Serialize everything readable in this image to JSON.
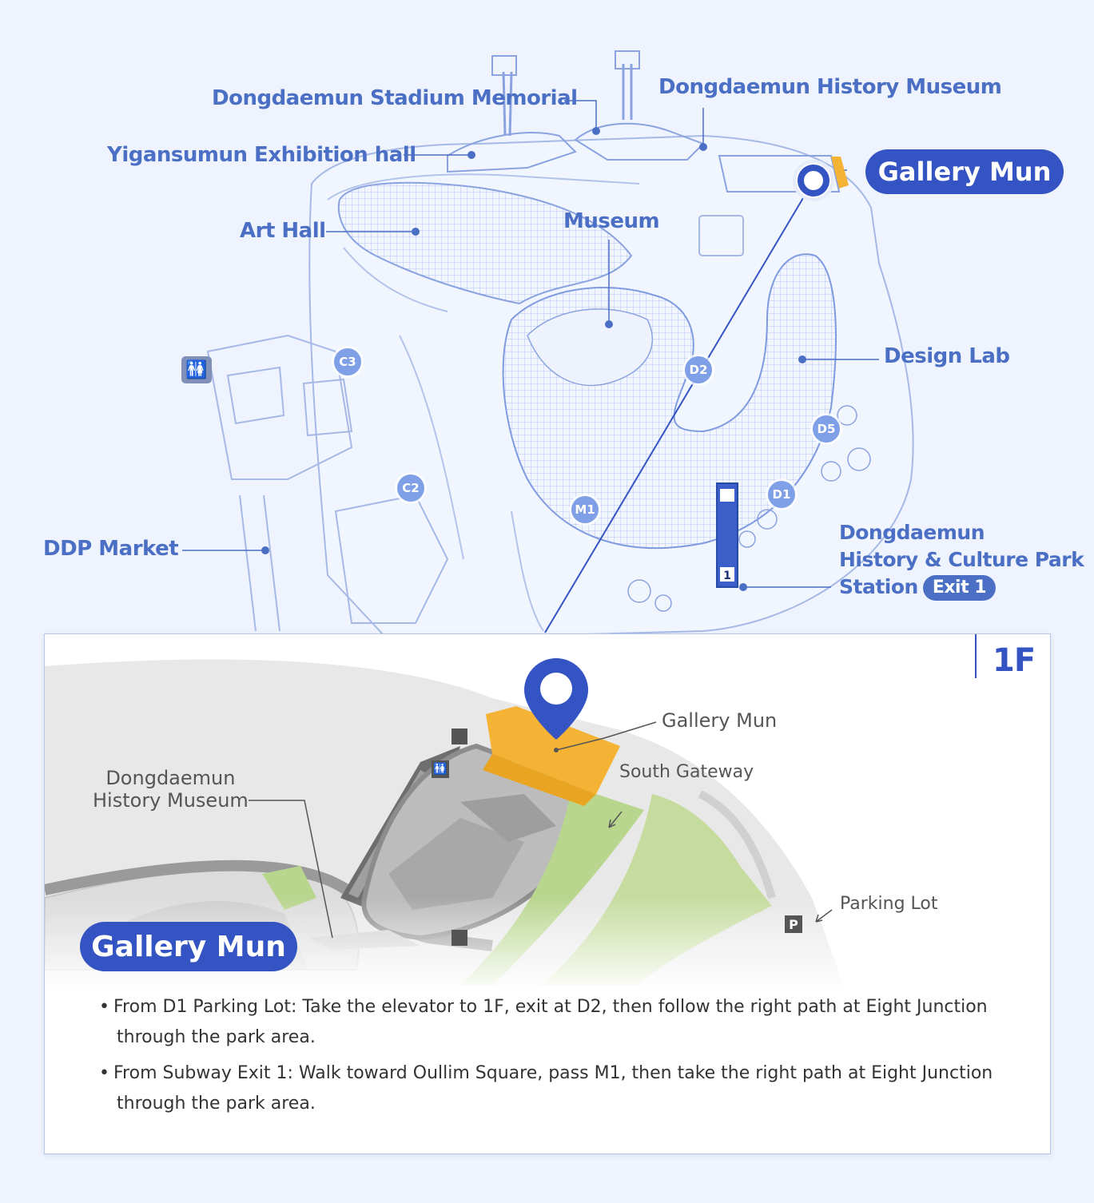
{
  "overview": {
    "labels": {
      "stadium_memorial": "Dongdaemun Stadium Memorial",
      "history_museum": "Dongdaemun History Museum",
      "yigansumun": "Yigansumun Exhibition hall",
      "art_hall": "Art Hall",
      "museum": "Museum",
      "design_lab": "Design Lab",
      "ddp_market": "DDP Market",
      "station_line1": "Dongdaemun",
      "station_line2": "History & Culture Park",
      "station_line3": "Station",
      "exit_badge": "Exit 1"
    },
    "gallery_badge": "Gallery Mun",
    "gates": [
      "C3",
      "C2",
      "M1",
      "D2",
      "D5",
      "D1"
    ]
  },
  "floor_map": {
    "floor_label": "1F",
    "labels": {
      "gallery_mun": "Gallery Mun",
      "south_gateway": "South Gateway",
      "history_museum_line1": "Dongdaemun",
      "history_museum_line2": "History Museum",
      "parking_lot": "Parking Lot",
      "parking_icon": "P"
    },
    "gallery_badge": "Gallery Mun"
  },
  "directions": [
    {
      "line1": "From D1 Parking Lot: Take the elevator to 1F, exit at D2, then follow the right path at Eight Junction",
      "line2": "through the park area."
    },
    {
      "line1": "From Subway Exit 1: Walk toward Oullim Square, pass M1, then take the right path at Eight Junction",
      "line2": "through the park area."
    }
  ],
  "colors": {
    "accent_blue": "#3454c4",
    "label_blue": "#4a6fc4",
    "gallery_orange": "#f5b335",
    "park_green": "#b9d68f"
  }
}
